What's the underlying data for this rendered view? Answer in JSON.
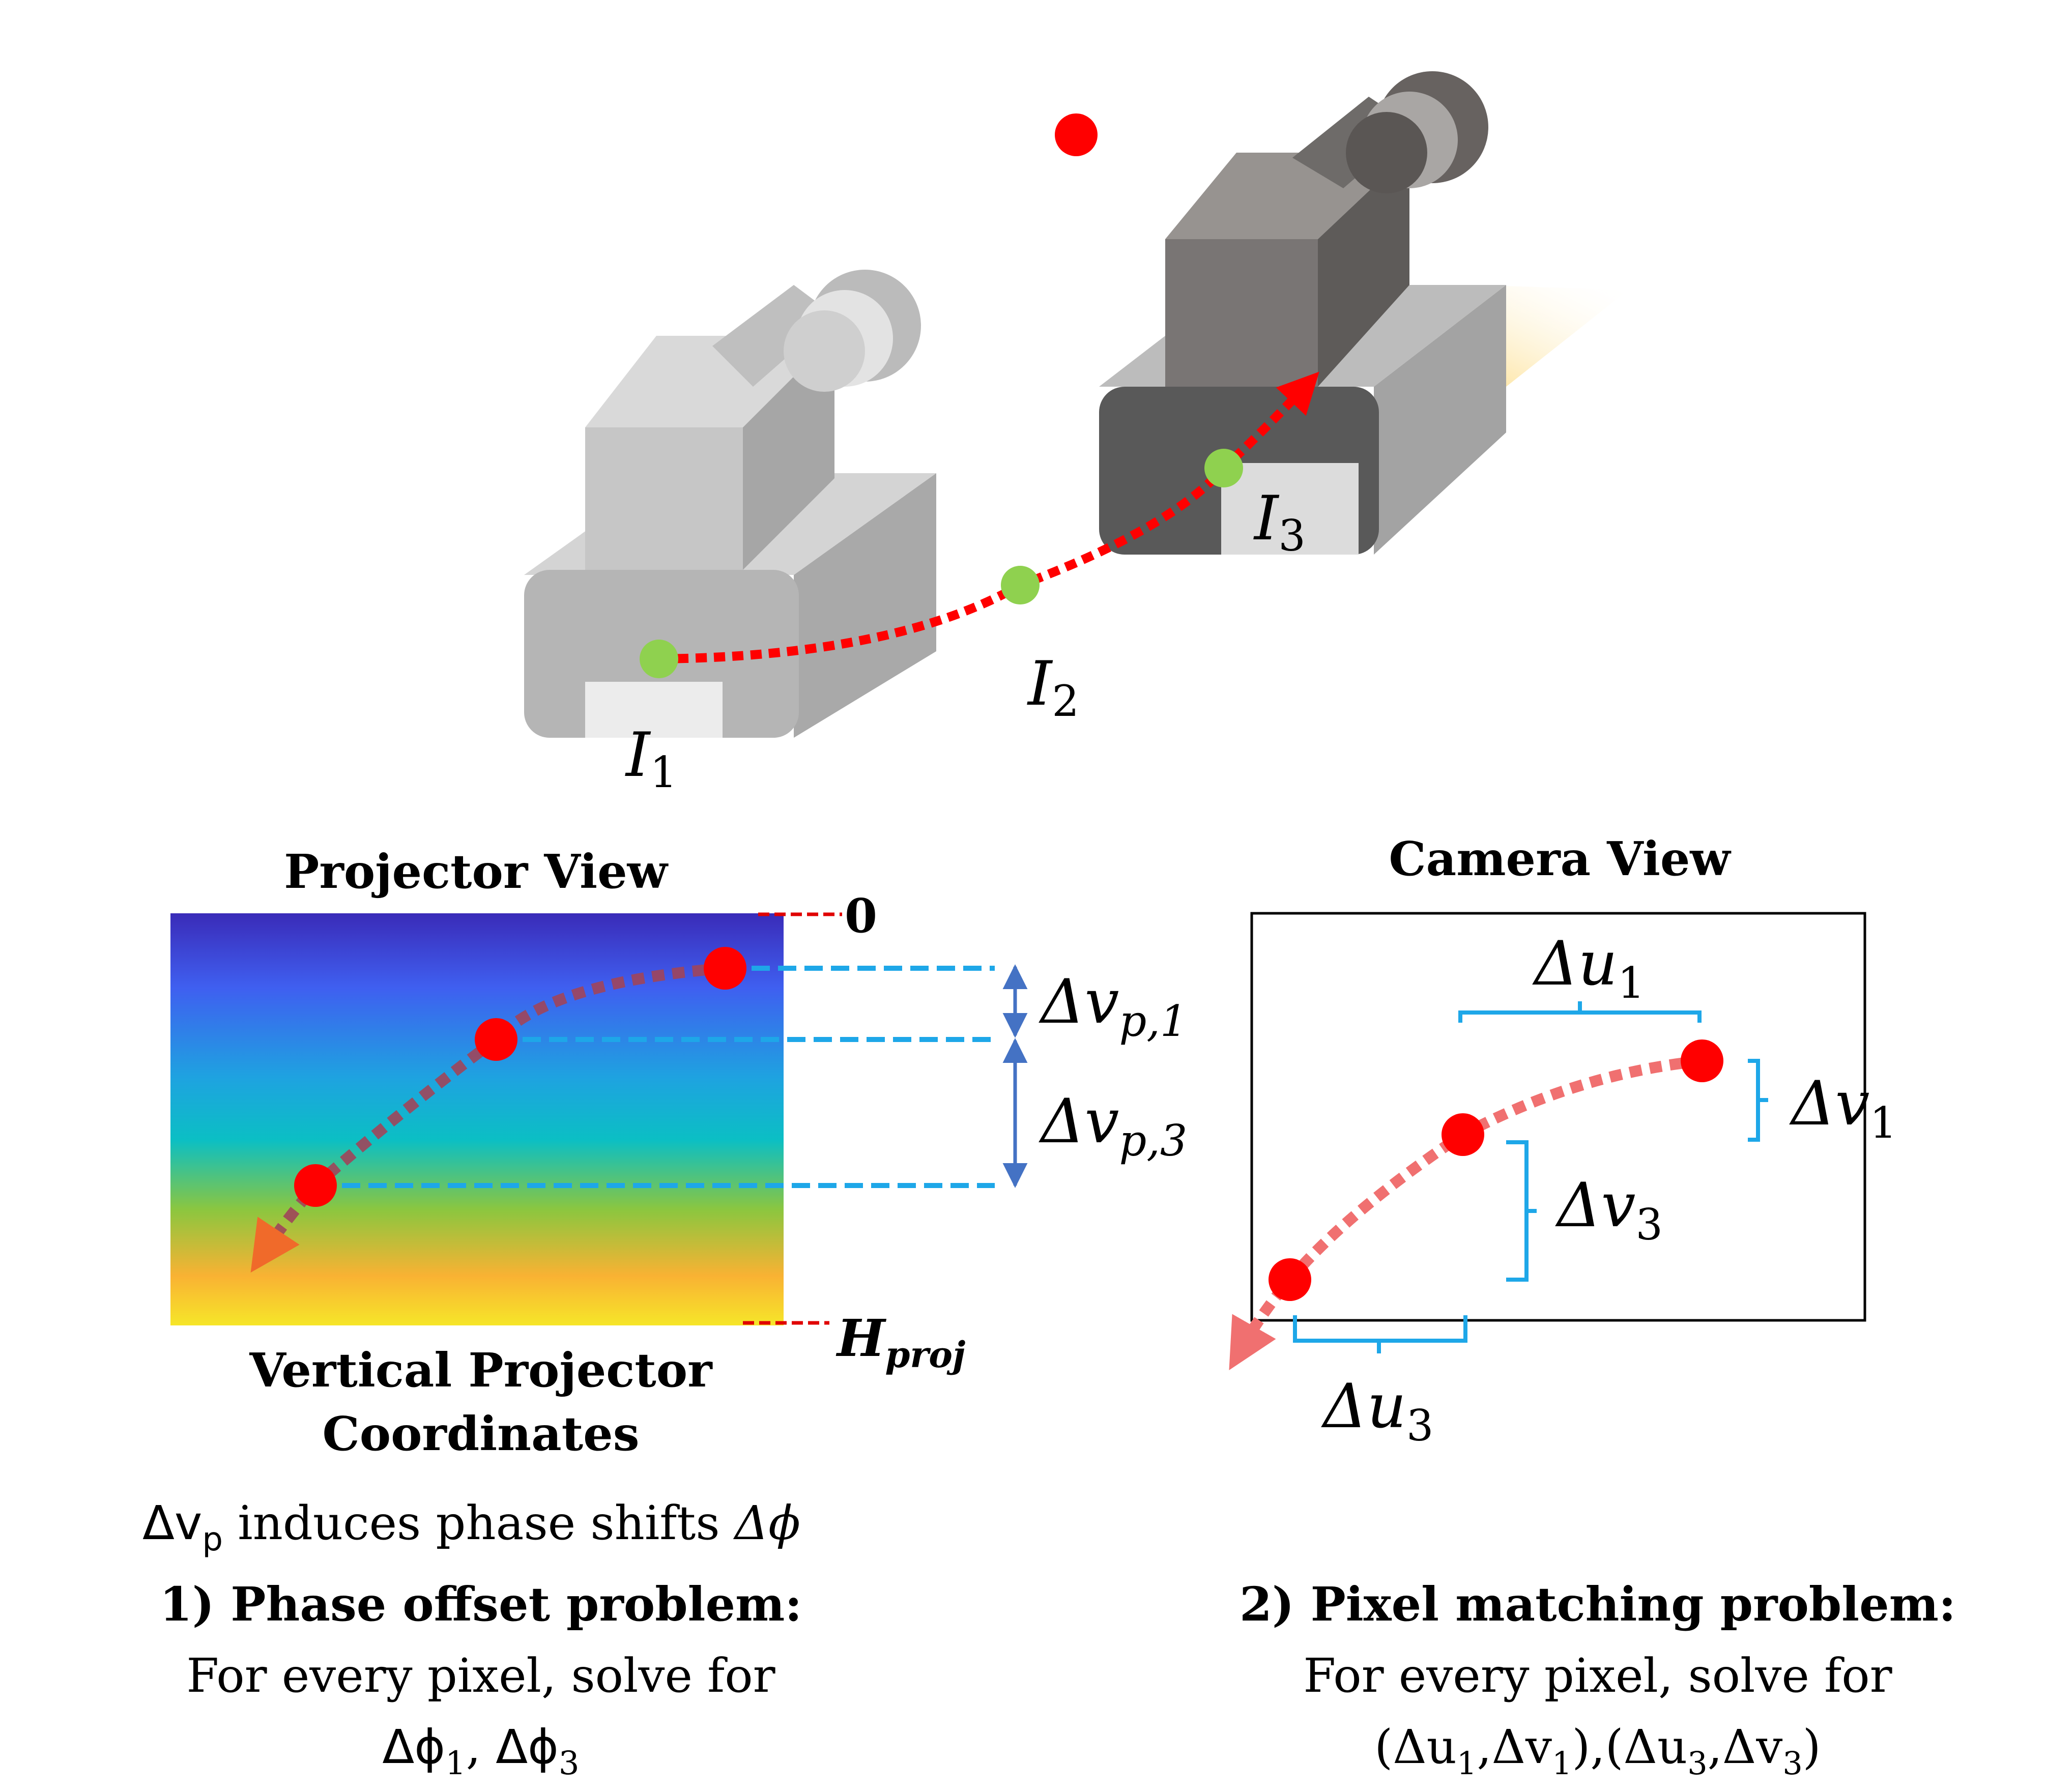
{
  "scene": {
    "camera_labels": {
      "i1": {
        "base": "I",
        "sub": "1"
      },
      "i2": {
        "base": "I",
        "sub": "2"
      },
      "i3": {
        "base": "I",
        "sub": "3"
      }
    }
  },
  "projector_panel": {
    "title": "Projector View",
    "top_value": "0",
    "bottom_label": {
      "base": "H",
      "sub": "proj"
    },
    "caption_line1": "Vertical Projector",
    "caption_line2": "Coordinates",
    "dv1": {
      "base": "Δv",
      "sub": "p,1"
    },
    "dv3": {
      "base": "Δv",
      "sub": "p,3"
    },
    "note": {
      "a": "Δv",
      "a_sub": "p",
      "b": " induces phase shifts ",
      "c": "Δϕ"
    }
  },
  "camera_panel": {
    "title": "Camera View",
    "du1": {
      "base": "Δu",
      "sub": "1"
    },
    "dv1": {
      "base": "Δv",
      "sub": "1"
    },
    "dv3": {
      "base": "Δv",
      "sub": "3"
    },
    "du3": {
      "base": "Δu",
      "sub": "3"
    }
  },
  "problems": {
    "p1": {
      "heading": "1) Phase offset problem:",
      "line1": "For every pixel, solve for",
      "eq": {
        "a": "Δϕ",
        "a_sub": "1",
        "sep": ", ",
        "b": "Δϕ",
        "b_sub": "3"
      }
    },
    "p2": {
      "heading": "2) Pixel matching problem:",
      "line1": "For every pixel, solve for",
      "eq": {
        "p1_open": "(Δu",
        "p1_sub_a": "1",
        "p1_mid": ",Δv",
        "p1_sub_b": "1",
        "p1_close": "),",
        "p2_open": "(Δu",
        "p2_sub_a": "3",
        "p2_mid": ",Δv",
        "p2_sub_b": "3",
        "p2_close": ")"
      }
    }
  },
  "colors": {
    "red_dot": "#ff0000",
    "green_dot": "#8fd14f",
    "cyan_dashes": "#1ea7e8",
    "blue_arrow": "#4472c4",
    "gradient_top": "#3f2fc8",
    "gradient_mid": "#19c3c3",
    "gradient_bottom": "#f6e62a"
  }
}
